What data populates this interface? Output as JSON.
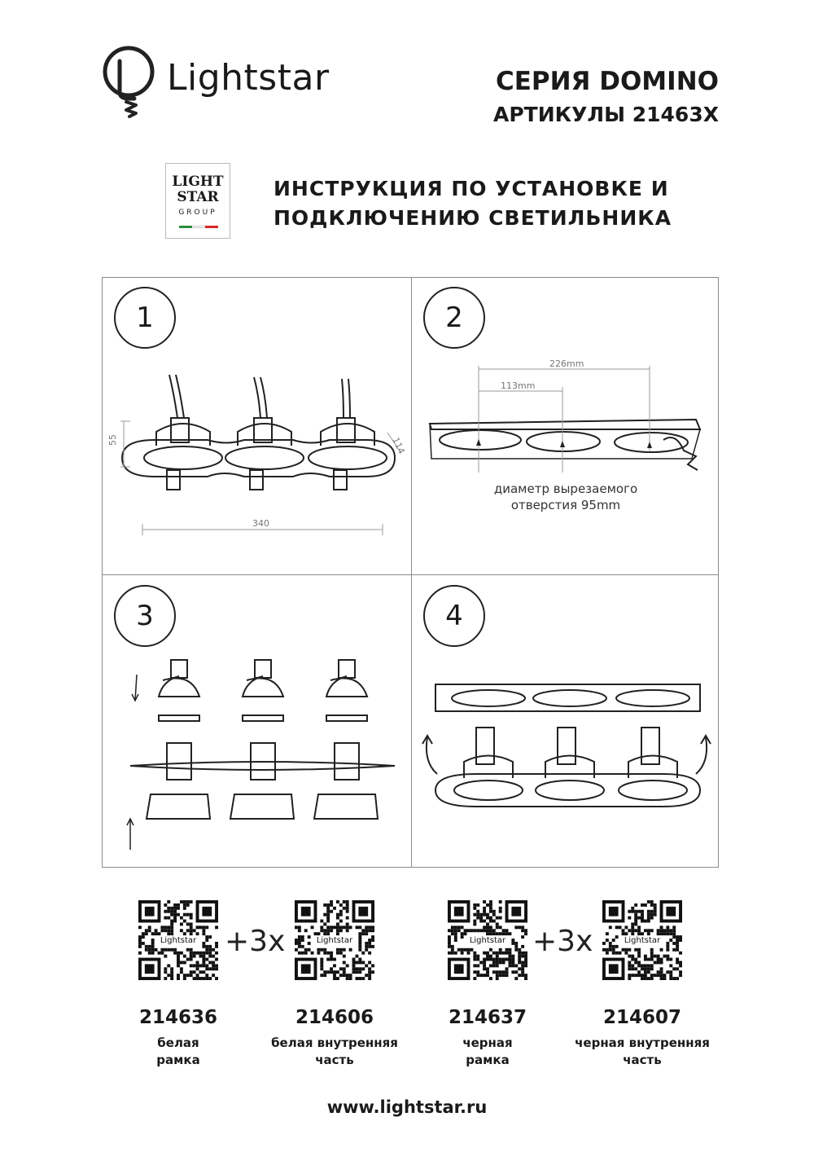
{
  "header": {
    "brand_name": "Lightstar",
    "series": "СЕРИЯ DOMINO",
    "article": "АРТИКУЛЫ 21463X"
  },
  "group_logo": {
    "line1": "LIGHT",
    "line2": "STAR",
    "line3": "GROUP",
    "flag_colors": [
      "#2e8b3d",
      "#ffffff",
      "#d62828"
    ]
  },
  "instruction": {
    "line1": "ИНСТРУКЦИЯ ПО УСТАНОВКЕ И",
    "line2": "ПОДКЛЮЧЕНИЮ СВЕТИЛЬНИКА"
  },
  "steps": [
    {
      "number": "1"
    },
    {
      "number": "2"
    },
    {
      "number": "3"
    },
    {
      "number": "4"
    }
  ],
  "panel1": {
    "height_dim": "55",
    "depth_dim": "114",
    "width_dim": "340"
  },
  "panel2": {
    "dim_226": "226mm",
    "dim_113": "113mm",
    "cut_note_line1": "диаметр вырезаемого",
    "cut_note_line2": "отверстия 95mm"
  },
  "products": [
    {
      "code": "214636",
      "desc1": "белая",
      "desc2": "рамка",
      "qr_brand": "Lightstar"
    },
    {
      "code": "214606",
      "desc1": "белая внутренняя",
      "desc2": "часть",
      "qr_brand": "Lightstar"
    },
    {
      "code": "214637",
      "desc1": "черная",
      "desc2": "рамка",
      "qr_brand": "Lightstar"
    },
    {
      "code": "214607",
      "desc1": "черная внутренняя",
      "desc2": "часть",
      "qr_brand": "Lightstar"
    }
  ],
  "multipliers": [
    "+3x",
    "+3x"
  ],
  "footer": {
    "website": "www.lightstar.ru"
  }
}
